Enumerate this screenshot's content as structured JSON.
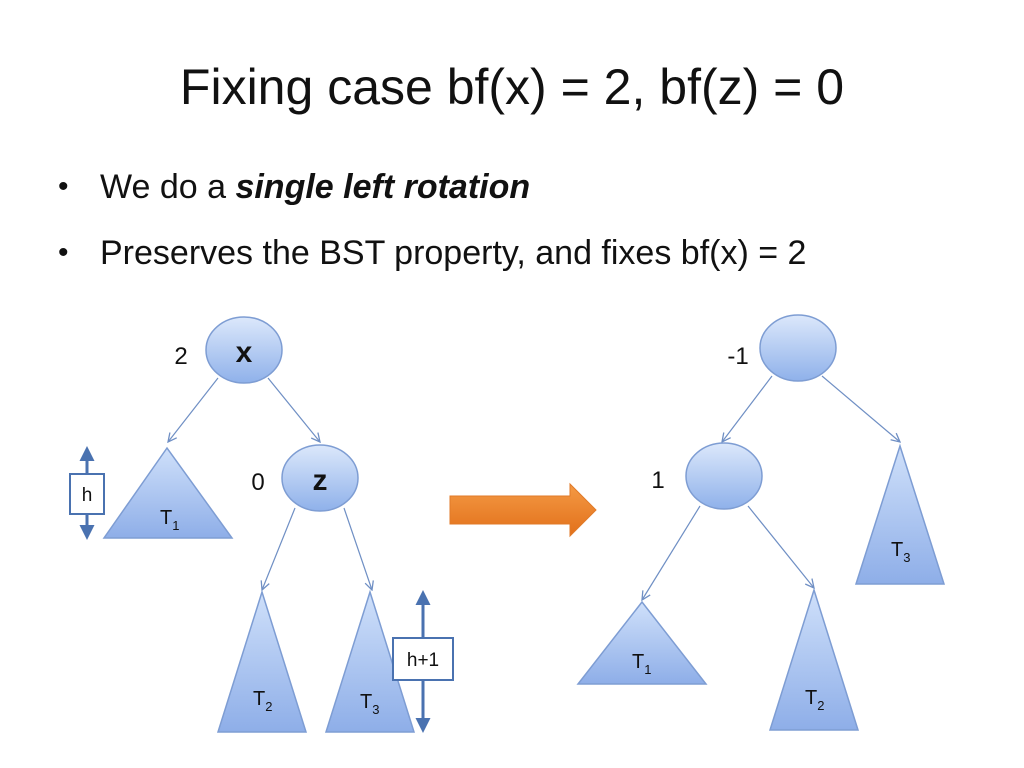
{
  "title": "Fixing case bf(x) = 2, bf(z) = 0",
  "bullets": {
    "first_prefix": "We do a ",
    "first_emph": "single left rotation",
    "second": "Preserves the BST property, and fixes bf(x) = 2"
  },
  "before_tree": {
    "x_node": "x",
    "x_bf": "2",
    "z_node": "z",
    "z_bf": "0",
    "t1": {
      "base": "T",
      "sub": "1"
    },
    "t2": {
      "base": "T",
      "sub": "2"
    },
    "t3": {
      "base": "T",
      "sub": "3"
    },
    "height_h": "h",
    "height_h1": "h+1"
  },
  "after_tree": {
    "root_bf": "-1",
    "child_bf": "1",
    "t1": {
      "base": "T",
      "sub": "1"
    },
    "t2": {
      "base": "T",
      "sub": "2"
    },
    "t3": {
      "base": "T",
      "sub": "3"
    }
  },
  "colors": {
    "node_fill_top": "#dce8fb",
    "node_fill_bottom": "#8fb1ea",
    "node_stroke": "#7e9dd3",
    "edge": "#6f8fc4",
    "arrow_orange": "#ee7d22",
    "height_marker": "#4a72b0"
  }
}
